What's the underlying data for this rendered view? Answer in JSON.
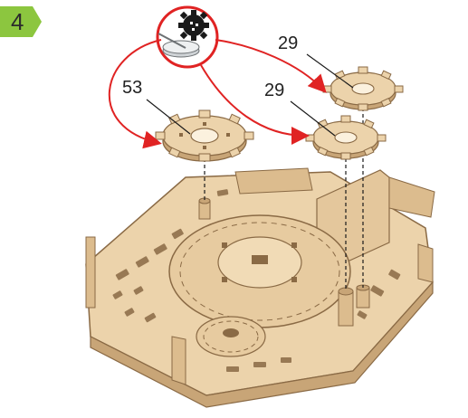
{
  "step": {
    "number": "4",
    "badge_color": "#8cc63f"
  },
  "callouts": [
    {
      "id": "gear-left",
      "label": "53"
    },
    {
      "id": "gear-top-right",
      "label": "29"
    },
    {
      "id": "gear-mid-right",
      "label": "29"
    }
  ],
  "colors": {
    "wood": "#ecd3ab",
    "wood_dark": "#c8a577",
    "wood_edge": "#8a6a45",
    "arrow": "#e02323",
    "leader": "#1a1a1a"
  },
  "icons": [
    "glue-dish-icon",
    "spare-gear-icon",
    "curved-arrow-icon"
  ]
}
